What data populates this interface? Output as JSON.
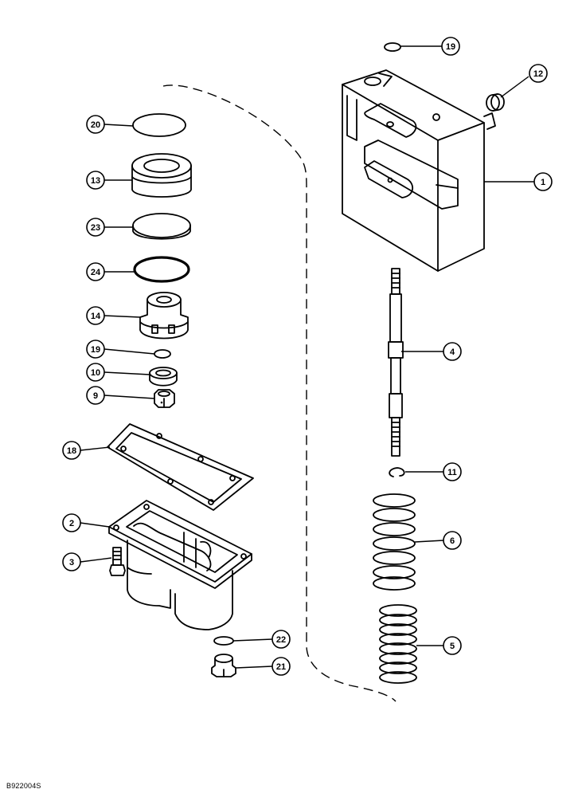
{
  "figure_code": "B922004S",
  "callouts": {
    "c1": "1",
    "c2": "2",
    "c3": "3",
    "c4": "4",
    "c5": "5",
    "c6": "6",
    "c9": "9",
    "c10": "10",
    "c11": "11",
    "c12": "12",
    "c13": "13",
    "c14": "14",
    "c18": "18",
    "c19a": "19",
    "c19b": "19",
    "c20": "20",
    "c21": "21",
    "c22": "22",
    "c23": "23",
    "c24": "24"
  }
}
